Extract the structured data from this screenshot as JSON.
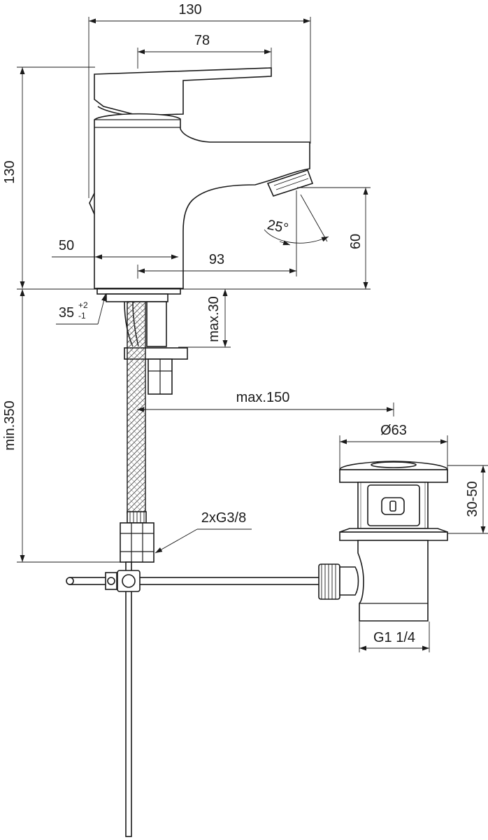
{
  "dimensions": {
    "total_width": "130",
    "lever_length": "78",
    "total_height": "130",
    "body_depth": "50",
    "spout_reach": "93",
    "spout_angle": "25°",
    "spout_height": "60",
    "hole_diameter_main": "35",
    "hole_tol_plus": "+2",
    "hole_tol_minus": "-1",
    "max_deck_thickness": "max.30",
    "min_hose_length": "min.350",
    "max_hose_offset": "max.150",
    "waste_diameter": "Ø63",
    "waste_height_range": "30-50",
    "connection_thread": "2xG3/8",
    "waste_thread": "G1 1/4"
  },
  "colors": {
    "line": "#1a1a1a",
    "background": "#ffffff"
  }
}
